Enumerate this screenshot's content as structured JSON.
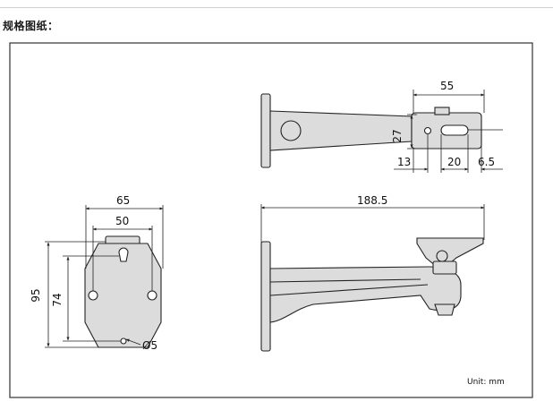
{
  "header": {
    "title": "规格图纸："
  },
  "side_view": {
    "dim_width_55": "55",
    "dim_height_27": "27",
    "dim_offset_13": "13",
    "dim_slot_20": "20",
    "dim_edge_6_5": "6.5"
  },
  "base_plate": {
    "dim_outer_width": "65",
    "dim_hole_spacing": "50",
    "dim_total_height": "95",
    "dim_hole_height": "74",
    "dim_hole_diameter": "Ø5"
  },
  "front_view": {
    "dim_length": "188.5"
  },
  "footer": {
    "unit_label": "Unit: mm"
  },
  "colors": {
    "fill": "#dcdcdc",
    "line": "#222222",
    "frame": "#333333"
  }
}
